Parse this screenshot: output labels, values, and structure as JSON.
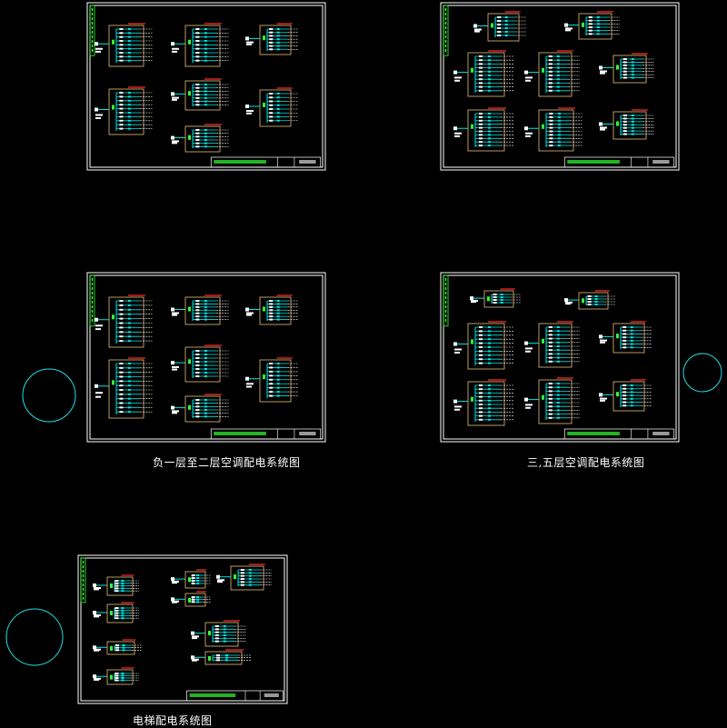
{
  "captions": {
    "sheet_b1_to_2": "负一层至二层空调配电系统图",
    "sheet_3_5": "三,五层空调配电系统图",
    "sheet_elevator": "电梯配电系统图"
  },
  "colors": {
    "background": "#000000",
    "frame": "#ffffff",
    "panel_box": "#e8c078",
    "circuit": "#00e5e5",
    "feeder_red": "#ff2a2a",
    "label_green": "#33ff33",
    "text": "#ffffff",
    "circle": "#20e0e8"
  }
}
